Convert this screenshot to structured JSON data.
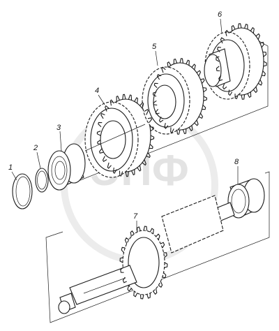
{
  "diagram": {
    "callouts": [
      {
        "id": "1",
        "label": "1"
      },
      {
        "id": "2",
        "label": "2"
      },
      {
        "id": "3",
        "label": "3"
      },
      {
        "id": "4",
        "label": "4"
      },
      {
        "id": "5",
        "label": "5"
      },
      {
        "id": "6",
        "label": "6"
      },
      {
        "id": "7",
        "label": "7"
      },
      {
        "id": "8",
        "label": "8"
      }
    ],
    "watermark": {
      "text": "ЭПФ"
    }
  }
}
